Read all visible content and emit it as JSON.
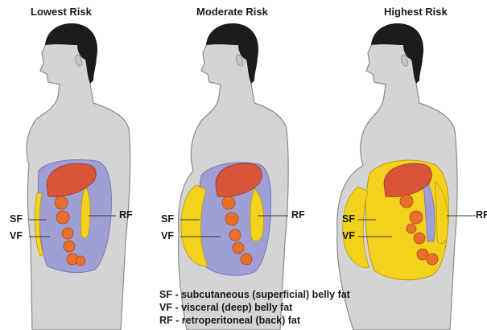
{
  "panels": [
    {
      "title": "Lowest Risk",
      "labels": {
        "sf": "SF",
        "vf": "VF",
        "rf": "RF"
      }
    },
    {
      "title": "Moderate Risk",
      "labels": {
        "sf": "SF",
        "vf": "VF",
        "rf": "RF"
      }
    },
    {
      "title": "Highest Risk",
      "labels": {
        "sf": "SF",
        "vf": "VF",
        "rf": "RF"
      }
    }
  ],
  "legend": [
    "SF - subcutaneous (superficial) belly fat",
    "VF - visceral (deep) belly fat",
    "RF - retroperitoneal (back) fat"
  ],
  "colors": {
    "skin": "#d4d4d4",
    "outline": "#8a8a8a",
    "hair": "#1c1c1c",
    "liver": "#d8553a",
    "intestine": "#e8702c",
    "fat": "#f2d21c",
    "tissue": "#9f9fd6"
  }
}
